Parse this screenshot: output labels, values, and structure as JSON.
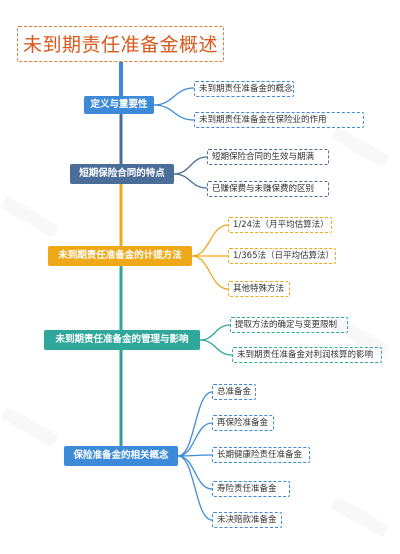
{
  "colors": {
    "root": "#d9581c",
    "trunk_top": "#35b8c9",
    "trunk_bottom": "#2d9ea0",
    "b1": "#3d8ad8",
    "b2": "#4a6e99",
    "b3": "#f0a81b",
    "b4": "#2fa79a",
    "b5": "#3d8ad8"
  },
  "root": {
    "title": "未到期责任准备金概述"
  },
  "branches": [
    {
      "label": "定义与重要性",
      "children": [
        "未到期责任准备金的概念",
        "未到期责任准备金在保险业的作用"
      ]
    },
    {
      "label": "短期保险合同的特点",
      "children": [
        "短期保险合同的生效与期满",
        "已赚保费与未赚保费的区别"
      ]
    },
    {
      "label": "未到期责任准备金的计提方法",
      "children": [
        "1/24法（月平均估算法）",
        "1/365法（日平均估算法）",
        "其他特殊方法"
      ]
    },
    {
      "label": "未到期责任准备金的管理与影响",
      "children": [
        "提取方法的确定与变更限制",
        "未到期责任准备金对利润核算的影响"
      ]
    },
    {
      "label": "保险准备金的相关概念",
      "children": [
        "总准备金",
        "再保险准备金",
        "长期健康险责任准备金",
        "寿险责任准备金",
        "未决赔款准备金"
      ]
    }
  ]
}
